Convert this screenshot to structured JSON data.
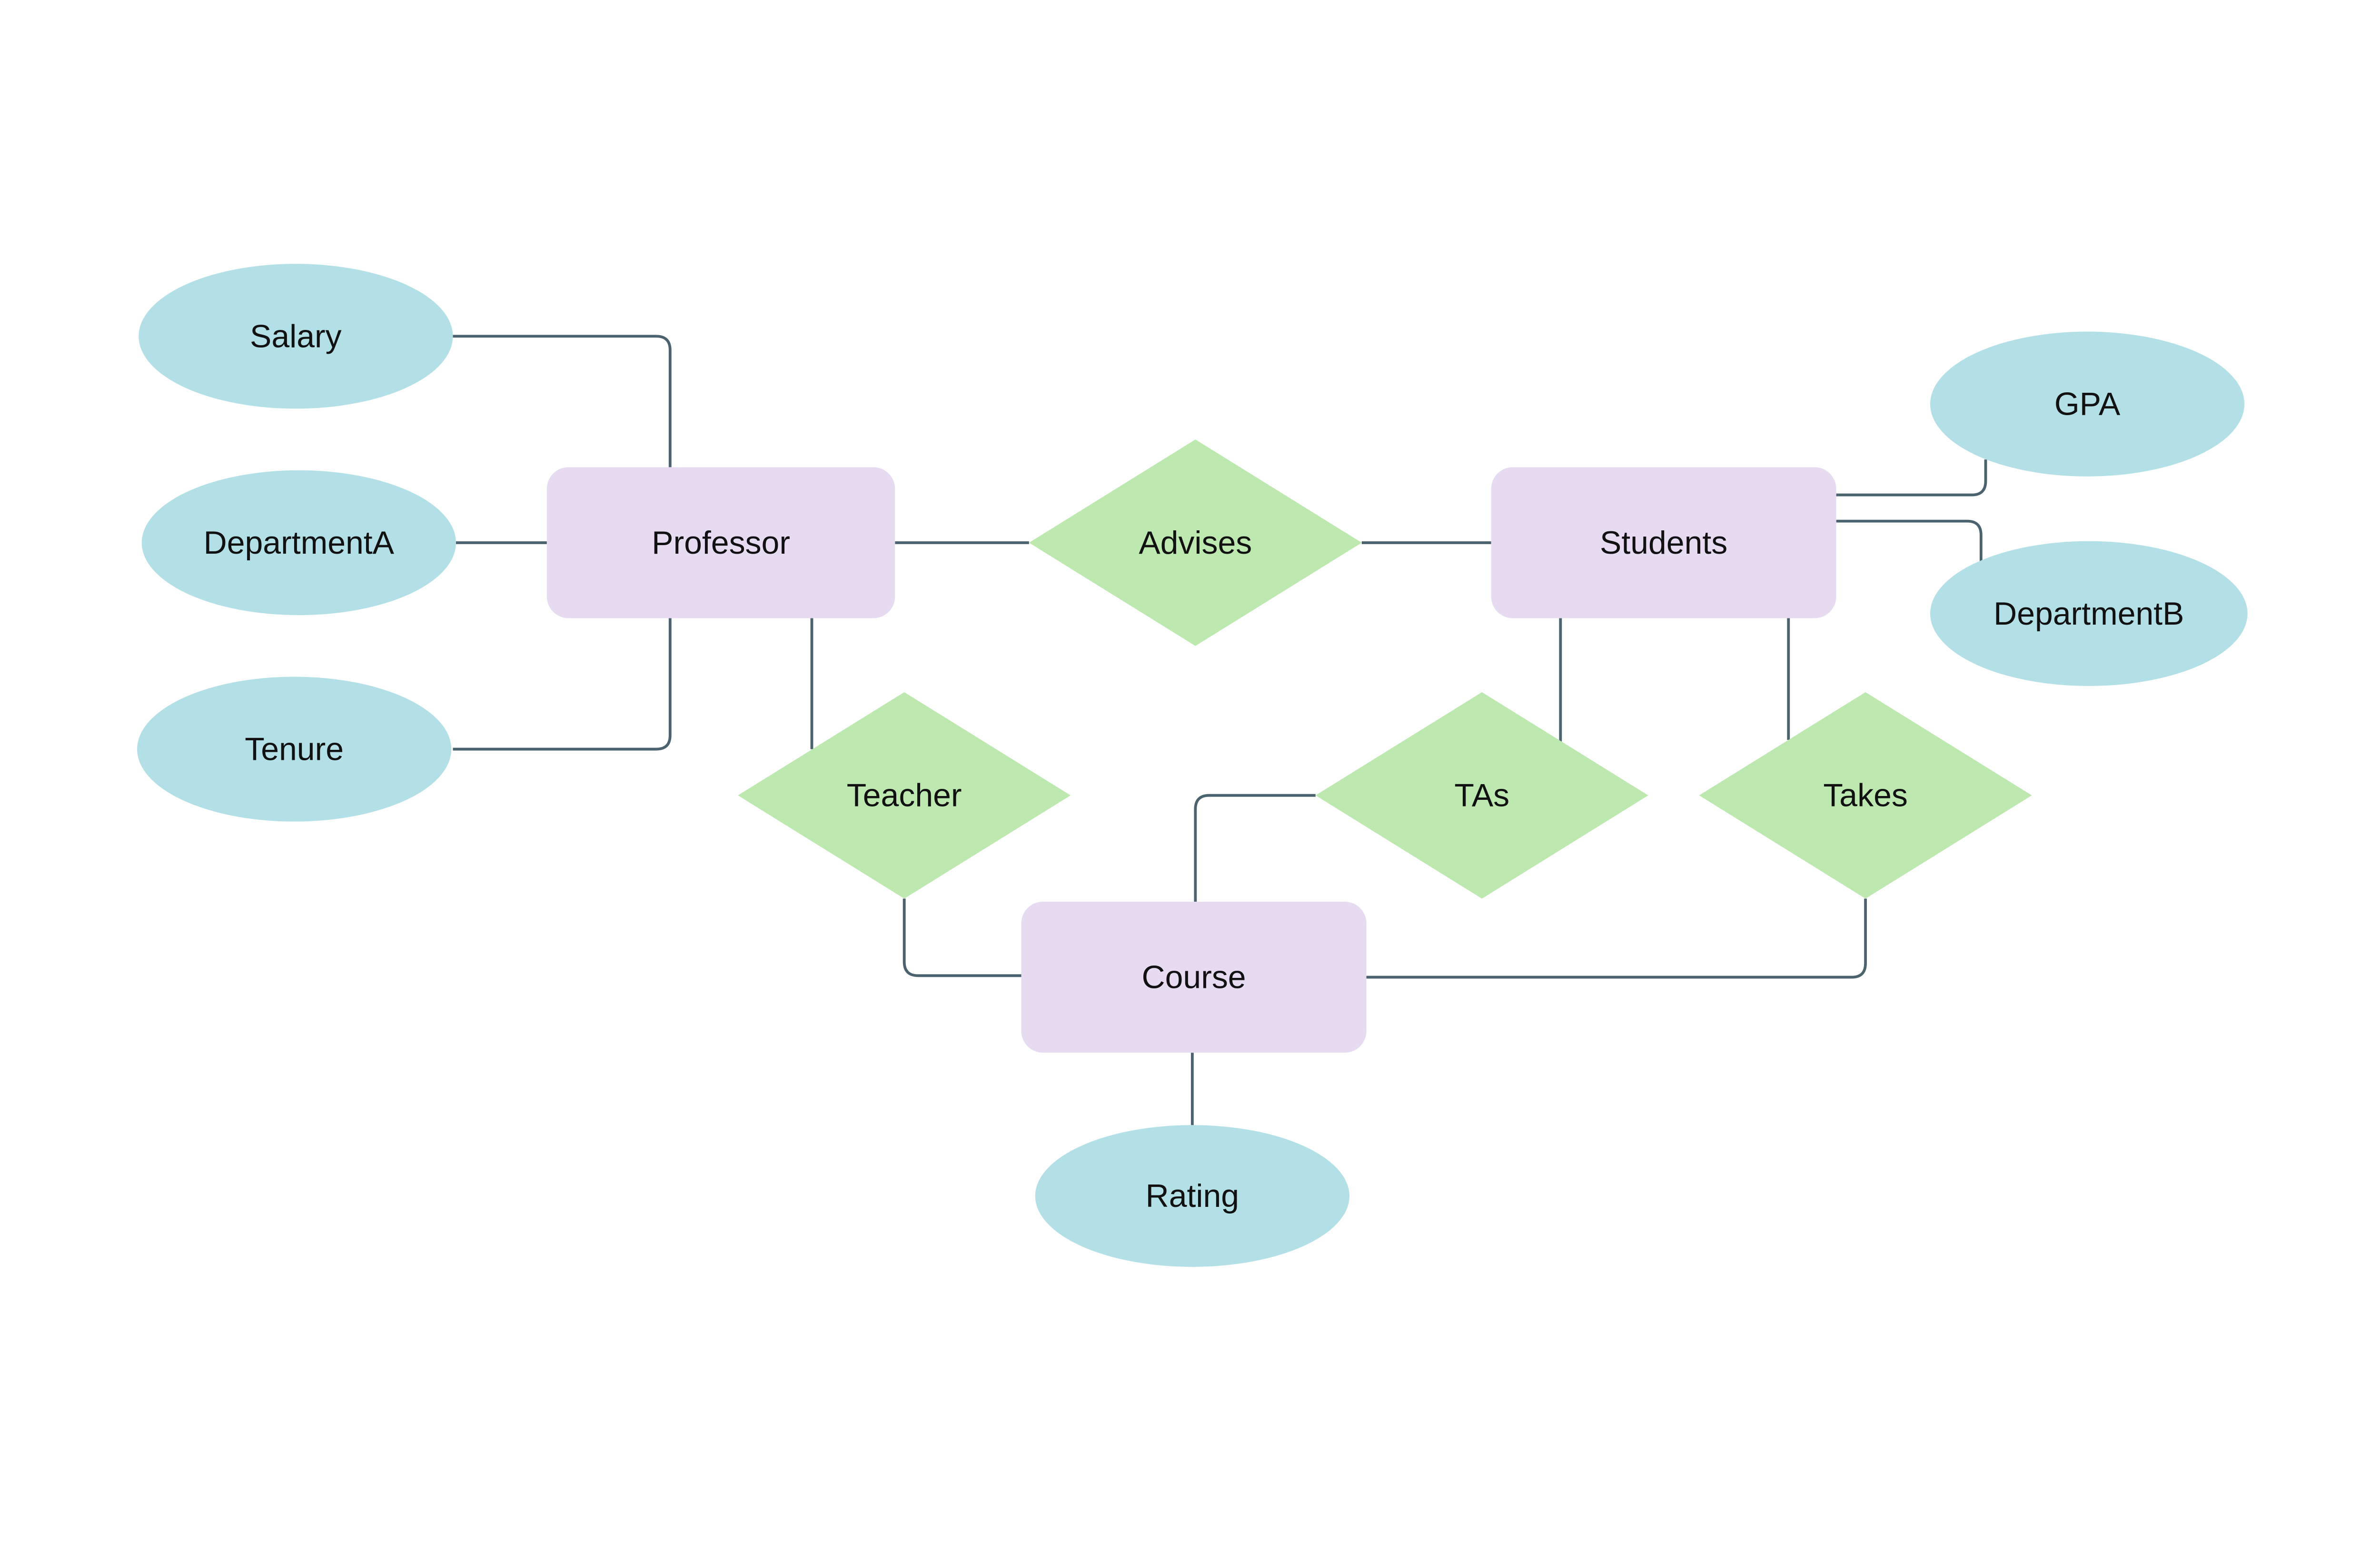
{
  "diagram": {
    "kind": "entity-relationship-diagram",
    "colors": {
      "background": "#ffffff",
      "entity_fill": "#e7dbf2",
      "relationship_fill": "#bde8b0",
      "attribute_fill": "#b2e0e6",
      "connector": "#4a636e",
      "text": "#111111"
    },
    "entities": [
      {
        "label": "Professor"
      },
      {
        "label": "Students"
      },
      {
        "label": "Course"
      }
    ],
    "relationships": [
      {
        "label": "Advises"
      },
      {
        "label": "Teacher"
      },
      {
        "label": "TAs"
      },
      {
        "label": "Takes"
      }
    ],
    "attributes": [
      {
        "label": "Salary"
      },
      {
        "label": "DepartmentA"
      },
      {
        "label": "Tenure"
      },
      {
        "label": "GPA"
      },
      {
        "label": "DepartmentB"
      },
      {
        "label": "Rating"
      }
    ],
    "edges": [
      {
        "from": "Salary",
        "to": "Professor"
      },
      {
        "from": "DepartmentA",
        "to": "Professor"
      },
      {
        "from": "Tenure",
        "to": "Professor"
      },
      {
        "from": "Professor",
        "to": "Advises"
      },
      {
        "from": "Advises",
        "to": "Students"
      },
      {
        "from": "Students",
        "to": "GPA"
      },
      {
        "from": "Students",
        "to": "DepartmentB"
      },
      {
        "from": "Professor",
        "to": "Teacher"
      },
      {
        "from": "Teacher",
        "to": "Course"
      },
      {
        "from": "Students",
        "to": "TAs"
      },
      {
        "from": "Students",
        "to": "Takes"
      },
      {
        "from": "TAs",
        "to": "Course"
      },
      {
        "from": "Takes",
        "to": "Course"
      },
      {
        "from": "Course",
        "to": "Rating"
      }
    ]
  }
}
